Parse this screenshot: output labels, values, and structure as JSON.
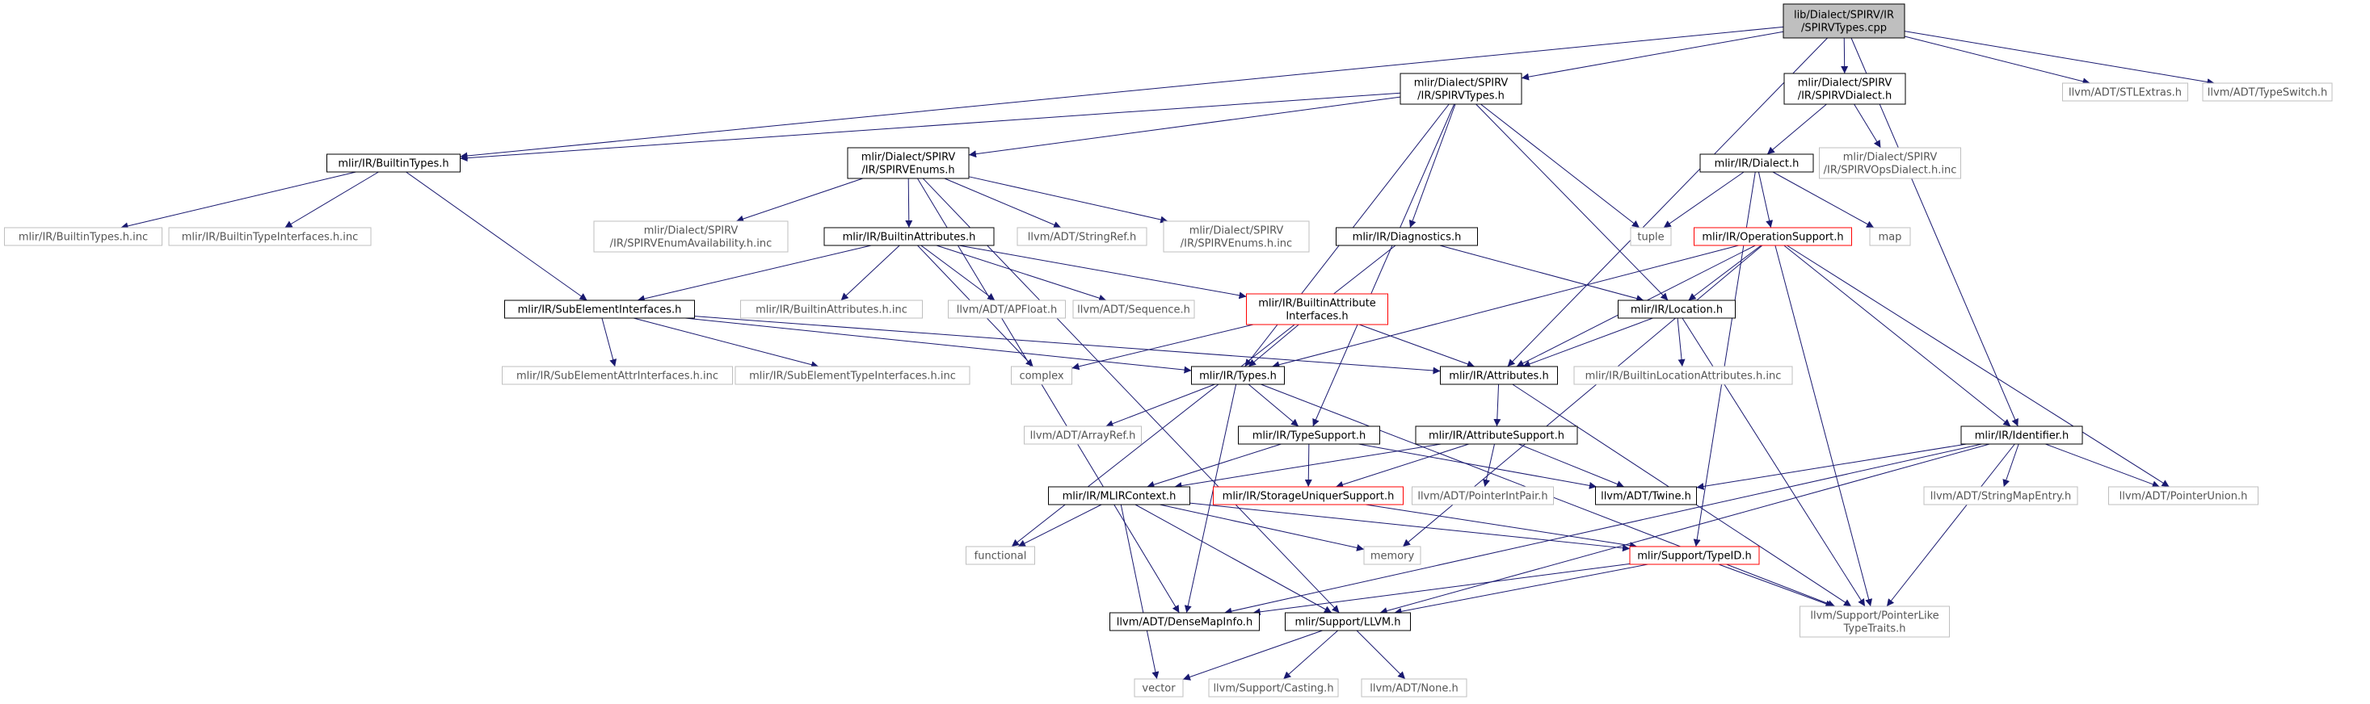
{
  "graph": {
    "nodes": [
      {
        "id": "root",
        "lines": [
          "lib/Dialect/SPIRV/IR",
          "/SPIRVTypes.cpp"
        ],
        "style": "root"
      },
      {
        "id": "spirvtypes_h",
        "lines": [
          "mlir/Dialect/SPIRV",
          "/IR/SPIRVTypes.h"
        ],
        "style": "normal"
      },
      {
        "id": "spirvdialect_h",
        "lines": [
          "mlir/Dialect/SPIRV",
          "/IR/SPIRVDialect.h"
        ],
        "style": "normal"
      },
      {
        "id": "stlextras",
        "lines": [
          "llvm/ADT/STLExtras.h"
        ],
        "style": "leaf"
      },
      {
        "id": "typeswitch",
        "lines": [
          "llvm/ADT/TypeSwitch.h"
        ],
        "style": "leaf"
      },
      {
        "id": "builtintypes_h",
        "lines": [
          "mlir/IR/BuiltinTypes.h"
        ],
        "style": "normal"
      },
      {
        "id": "spirvenums_h",
        "lines": [
          "mlir/Dialect/SPIRV",
          "/IR/SPIRVEnums.h"
        ],
        "style": "normal"
      },
      {
        "id": "dialect_h",
        "lines": [
          "mlir/IR/Dialect.h"
        ],
        "style": "normal"
      },
      {
        "id": "spirvopsdialect_inc",
        "lines": [
          "mlir/Dialect/SPIRV",
          "/IR/SPIRVOpsDialect.h.inc"
        ],
        "style": "leaf"
      },
      {
        "id": "builtintypes_inc",
        "lines": [
          "mlir/IR/BuiltinTypes.h.inc"
        ],
        "style": "leaf"
      },
      {
        "id": "builtintypeinterfaces_inc",
        "lines": [
          "mlir/IR/BuiltinTypeInterfaces.h.inc"
        ],
        "style": "leaf"
      },
      {
        "id": "enumavail_inc",
        "lines": [
          "mlir/Dialect/SPIRV",
          "/IR/SPIRVEnumAvailability.h.inc"
        ],
        "style": "leaf"
      },
      {
        "id": "builtinattributes_h",
        "lines": [
          "mlir/IR/BuiltinAttributes.h"
        ],
        "style": "normal"
      },
      {
        "id": "stringref",
        "lines": [
          "llvm/ADT/StringRef.h"
        ],
        "style": "leaf"
      },
      {
        "id": "spirvenums_inc",
        "lines": [
          "mlir/Dialect/SPIRV",
          "/IR/SPIRVEnums.h.inc"
        ],
        "style": "leaf"
      },
      {
        "id": "diagnostics_h",
        "lines": [
          "mlir/IR/Diagnostics.h"
        ],
        "style": "normal"
      },
      {
        "id": "tuple",
        "lines": [
          "tuple"
        ],
        "style": "leaf"
      },
      {
        "id": "opsupport_h",
        "lines": [
          "mlir/IR/OperationSupport.h"
        ],
        "style": "red"
      },
      {
        "id": "map",
        "lines": [
          "map"
        ],
        "style": "leaf"
      },
      {
        "id": "subelemint_h",
        "lines": [
          "mlir/IR/SubElementInterfaces.h"
        ],
        "style": "normal"
      },
      {
        "id": "builtinattributes_inc",
        "lines": [
          "mlir/IR/BuiltinAttributes.h.inc"
        ],
        "style": "leaf"
      },
      {
        "id": "apfloat",
        "lines": [
          "llvm/ADT/APFloat.h"
        ],
        "style": "leaf"
      },
      {
        "id": "sequence",
        "lines": [
          "llvm/ADT/Sequence.h"
        ],
        "style": "leaf"
      },
      {
        "id": "builtinattrint_h",
        "lines": [
          "mlir/IR/BuiltinAttribute",
          "Interfaces.h"
        ],
        "style": "red"
      },
      {
        "id": "location_h",
        "lines": [
          "mlir/IR/Location.h"
        ],
        "style": "normal"
      },
      {
        "id": "subelemattr_inc",
        "lines": [
          "mlir/IR/SubElementAttrInterfaces.h.inc"
        ],
        "style": "leaf"
      },
      {
        "id": "subelemtype_inc",
        "lines": [
          "mlir/IR/SubElementTypeInterfaces.h.inc"
        ],
        "style": "leaf"
      },
      {
        "id": "complex",
        "lines": [
          "complex"
        ],
        "style": "leaf"
      },
      {
        "id": "types_h",
        "lines": [
          "mlir/IR/Types.h"
        ],
        "style": "normal"
      },
      {
        "id": "attributes_h",
        "lines": [
          "mlir/IR/Attributes.h"
        ],
        "style": "normal"
      },
      {
        "id": "builtinlocattr_inc",
        "lines": [
          "mlir/IR/BuiltinLocationAttributes.h.inc"
        ],
        "style": "leaf"
      },
      {
        "id": "arrayref",
        "lines": [
          "llvm/ADT/ArrayRef.h"
        ],
        "style": "leaf"
      },
      {
        "id": "typesupport_h",
        "lines": [
          "mlir/IR/TypeSupport.h"
        ],
        "style": "normal"
      },
      {
        "id": "attrsupport_h",
        "lines": [
          "mlir/IR/AttributeSupport.h"
        ],
        "style": "normal"
      },
      {
        "id": "identifier_h",
        "lines": [
          "mlir/IR/Identifier.h"
        ],
        "style": "normal"
      },
      {
        "id": "mlircontext_h",
        "lines": [
          "mlir/IR/MLIRContext.h"
        ],
        "style": "normal"
      },
      {
        "id": "storageuniquer_h",
        "lines": [
          "mlir/IR/StorageUniquerSupport.h"
        ],
        "style": "red"
      },
      {
        "id": "pointerintpair",
        "lines": [
          "llvm/ADT/PointerIntPair.h"
        ],
        "style": "leaf"
      },
      {
        "id": "twine",
        "lines": [
          "llvm/ADT/Twine.h"
        ],
        "style": "normal"
      },
      {
        "id": "stringmapentry",
        "lines": [
          "llvm/ADT/StringMapEntry.h"
        ],
        "style": "leaf"
      },
      {
        "id": "pointerunion",
        "lines": [
          "llvm/ADT/PointerUnion.h"
        ],
        "style": "leaf"
      },
      {
        "id": "functional",
        "lines": [
          "functional"
        ],
        "style": "leaf"
      },
      {
        "id": "memory",
        "lines": [
          "memory"
        ],
        "style": "leaf"
      },
      {
        "id": "typeid_h",
        "lines": [
          "mlir/Support/TypeID.h"
        ],
        "style": "red"
      },
      {
        "id": "densemapinfo",
        "lines": [
          "llvm/ADT/DenseMapInfo.h"
        ],
        "style": "normal"
      },
      {
        "id": "llvm_h",
        "lines": [
          "mlir/Support/LLVM.h"
        ],
        "style": "normal"
      },
      {
        "id": "pointerliketypetraits",
        "lines": [
          "llvm/Support/PointerLike",
          "TypeTraits.h"
        ],
        "style": "leaf"
      },
      {
        "id": "vector",
        "lines": [
          "vector"
        ],
        "style": "leaf"
      },
      {
        "id": "casting",
        "lines": [
          "llvm/Support/Casting.h"
        ],
        "style": "leaf"
      },
      {
        "id": "none",
        "lines": [
          "llvm/ADT/None.h"
        ],
        "style": "leaf"
      }
    ],
    "edges": [
      [
        "root",
        "spirvtypes_h"
      ],
      [
        "root",
        "spirvdialect_h"
      ],
      [
        "root",
        "stlextras"
      ],
      [
        "root",
        "typeswitch"
      ],
      [
        "root",
        "builtintypes_h"
      ],
      [
        "root",
        "attributes_h"
      ],
      [
        "root",
        "identifier_h"
      ],
      [
        "spirvtypes_h",
        "builtintypes_h"
      ],
      [
        "spirvtypes_h",
        "spirvenums_h"
      ],
      [
        "spirvtypes_h",
        "diagnostics_h"
      ],
      [
        "spirvtypes_h",
        "tuple"
      ],
      [
        "spirvtypes_h",
        "location_h"
      ],
      [
        "spirvtypes_h",
        "types_h"
      ],
      [
        "spirvtypes_h",
        "typesupport_h"
      ],
      [
        "spirvdialect_h",
        "dialect_h"
      ],
      [
        "spirvdialect_h",
        "spirvopsdialect_inc"
      ],
      [
        "dialect_h",
        "tuple"
      ],
      [
        "dialect_h",
        "map"
      ],
      [
        "dialect_h",
        "opsupport_h"
      ],
      [
        "dialect_h",
        "typeid_h"
      ],
      [
        "builtintypes_h",
        "builtintypes_inc"
      ],
      [
        "builtintypes_h",
        "builtintypeinterfaces_inc"
      ],
      [
        "builtintypes_h",
        "subelemint_h"
      ],
      [
        "spirvenums_h",
        "enumavail_inc"
      ],
      [
        "spirvenums_h",
        "builtinattributes_h"
      ],
      [
        "spirvenums_h",
        "stringref"
      ],
      [
        "spirvenums_h",
        "spirvenums_inc"
      ],
      [
        "spirvenums_h",
        "densemapinfo"
      ],
      [
        "spirvenums_h",
        "llvm_h"
      ],
      [
        "builtinattributes_h",
        "subelemint_h"
      ],
      [
        "builtinattributes_h",
        "builtinattributes_inc"
      ],
      [
        "builtinattributes_h",
        "apfloat"
      ],
      [
        "builtinattributes_h",
        "sequence"
      ],
      [
        "builtinattributes_h",
        "builtinattrint_h"
      ],
      [
        "builtinattributes_h",
        "complex"
      ],
      [
        "diagnostics_h",
        "location_h"
      ],
      [
        "diagnostics_h",
        "functional"
      ],
      [
        "opsupport_h",
        "location_h"
      ],
      [
        "opsupport_h",
        "attributes_h"
      ],
      [
        "opsupport_h",
        "types_h"
      ],
      [
        "opsupport_h",
        "identifier_h"
      ],
      [
        "opsupport_h",
        "pointerunion"
      ],
      [
        "opsupport_h",
        "memory"
      ],
      [
        "opsupport_h",
        "pointerliketypetraits"
      ],
      [
        "subelemint_h",
        "subelemattr_inc"
      ],
      [
        "subelemint_h",
        "subelemtype_inc"
      ],
      [
        "subelemint_h",
        "types_h"
      ],
      [
        "subelemint_h",
        "attributes_h"
      ],
      [
        "builtinattrint_h",
        "types_h"
      ],
      [
        "builtinattrint_h",
        "attributes_h"
      ],
      [
        "builtinattrint_h",
        "complex"
      ],
      [
        "location_h",
        "attributes_h"
      ],
      [
        "location_h",
        "builtinlocattr_inc"
      ],
      [
        "location_h",
        "pointerliketypetraits"
      ],
      [
        "types_h",
        "typesupport_h"
      ],
      [
        "types_h",
        "arrayref"
      ],
      [
        "types_h",
        "densemapinfo"
      ],
      [
        "types_h",
        "pointerliketypetraits"
      ],
      [
        "attributes_h",
        "attrsupport_h"
      ],
      [
        "attributes_h",
        "pointerliketypetraits"
      ],
      [
        "typesupport_h",
        "mlircontext_h"
      ],
      [
        "typesupport_h",
        "storageuniquer_h"
      ],
      [
        "typesupport_h",
        "twine"
      ],
      [
        "attrsupport_h",
        "mlircontext_h"
      ],
      [
        "attrsupport_h",
        "storageuniquer_h"
      ],
      [
        "attrsupport_h",
        "pointerintpair"
      ],
      [
        "attrsupport_h",
        "twine"
      ],
      [
        "identifier_h",
        "twine"
      ],
      [
        "identifier_h",
        "stringmapentry"
      ],
      [
        "identifier_h",
        "pointerunion"
      ],
      [
        "identifier_h",
        "densemapinfo"
      ],
      [
        "identifier_h",
        "llvm_h"
      ],
      [
        "identifier_h",
        "pointerliketypetraits"
      ],
      [
        "mlircontext_h",
        "functional"
      ],
      [
        "mlircontext_h",
        "memory"
      ],
      [
        "mlircontext_h",
        "vector"
      ],
      [
        "mlircontext_h",
        "llvm_h"
      ],
      [
        "mlircontext_h",
        "typeid_h"
      ],
      [
        "storageuniquer_h",
        "typeid_h"
      ],
      [
        "typeid_h",
        "densemapinfo"
      ],
      [
        "typeid_h",
        "llvm_h"
      ],
      [
        "typeid_h",
        "pointerliketypetraits"
      ],
      [
        "llvm_h",
        "vector"
      ],
      [
        "llvm_h",
        "casting"
      ],
      [
        "llvm_h",
        "none"
      ]
    ]
  }
}
